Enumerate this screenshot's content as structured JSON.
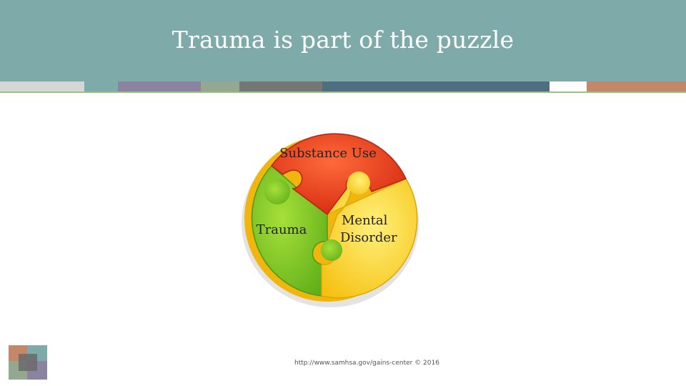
{
  "slide": {
    "title": "Trauma is part of the puzzle",
    "source_text": "http://www.samhsa.gov/gains-center © 2016"
  },
  "puzzle": {
    "pieces": [
      {
        "label": "Substance Use",
        "color": "#e8341c"
      },
      {
        "label": "Trauma",
        "color": "#7cc622"
      },
      {
        "label": "Mental",
        "color": "#fbd21e"
      },
      {
        "label": "Disorder",
        "color": "#fbd21e"
      }
    ]
  },
  "theme": {
    "header_color": "#7eaaa9",
    "stripe_colors": [
      "#d6d6d6",
      "#7eaaa9",
      "#8a84a0",
      "#93a88e",
      "#767676",
      "#4f6e80",
      "#ffffff",
      "#c4876a"
    ]
  }
}
